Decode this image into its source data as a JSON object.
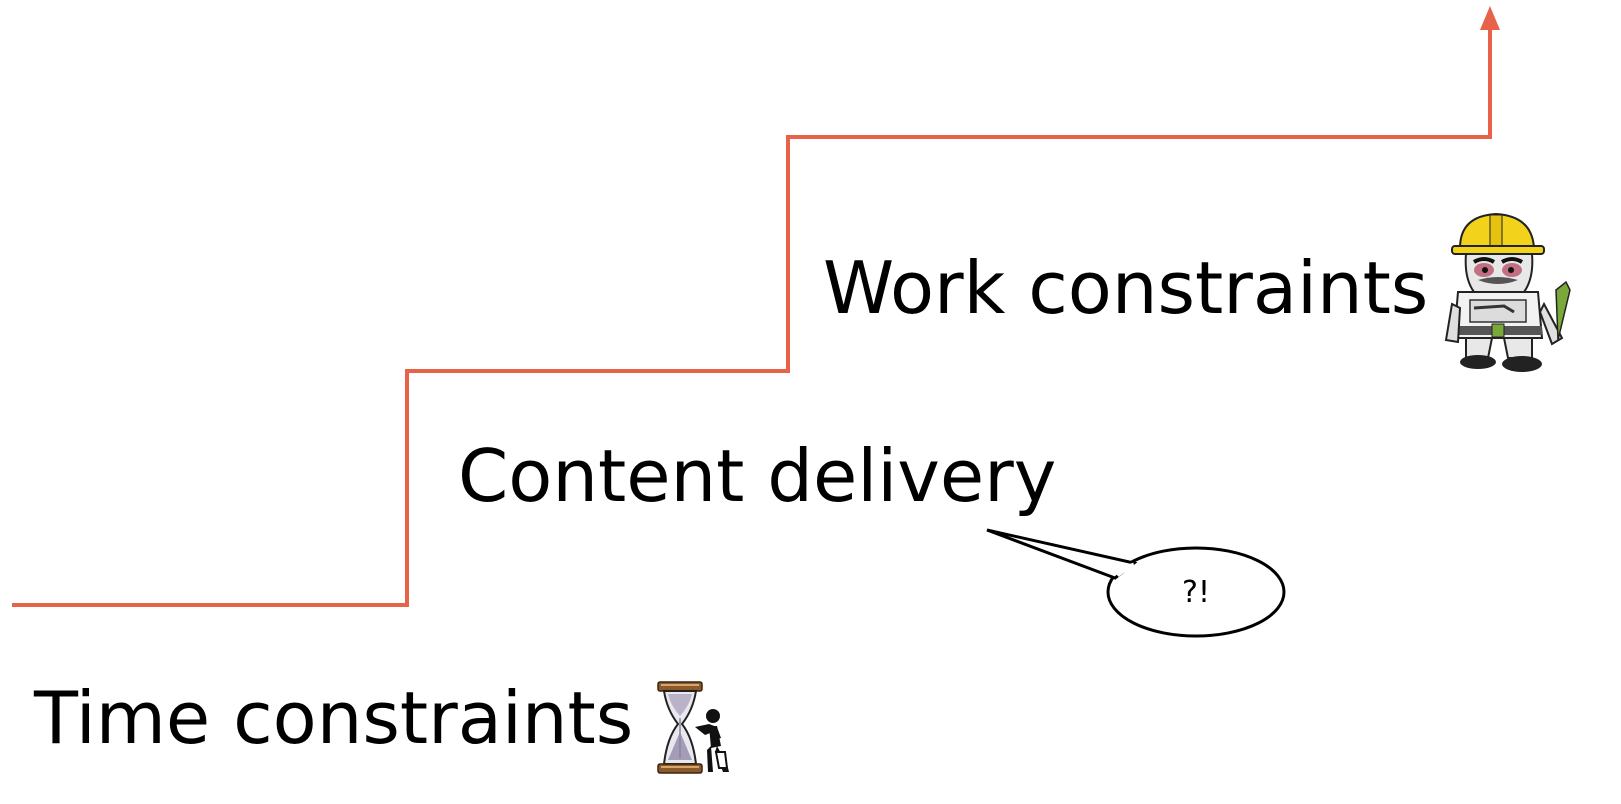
{
  "steps": {
    "time": {
      "label": "Time constraints",
      "icon": "hourglass-figure-icon"
    },
    "content": {
      "label": "Content delivery"
    },
    "work": {
      "label": "Work constraints",
      "icon": "construction-worker-icon"
    }
  },
  "speech_bubble": {
    "text": "?!"
  },
  "colors": {
    "staircase_line": "#E8624A",
    "text": "#000000",
    "background": "#FFFFFF",
    "hardhat": "#F2D21B"
  }
}
